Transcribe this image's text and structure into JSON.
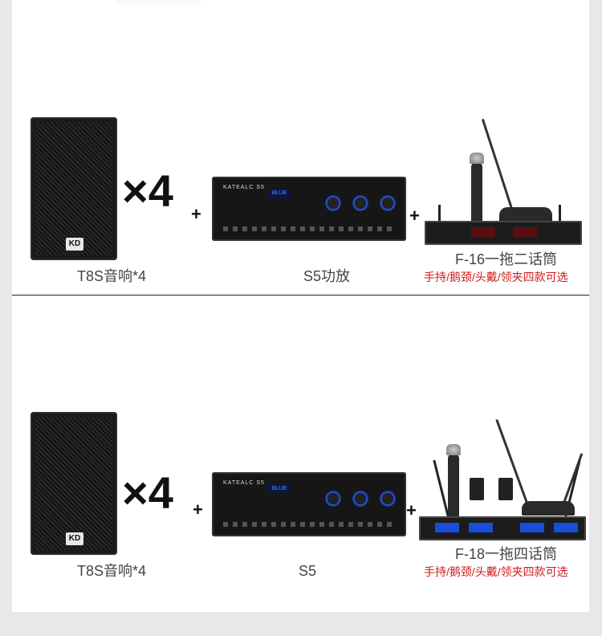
{
  "bundle_1": {
    "speaker_multiplier": "×4",
    "speaker_badge": "KD",
    "speaker_label": "T8S音响*4",
    "amp_brand": "KATEALC S5",
    "amp_display": "BLUE",
    "amp_label": "S5功放",
    "mic_label": "F-16一拖二话筒",
    "mic_options": "手持/鹅颈/头戴/领夹四款可选"
  },
  "bundle_2": {
    "speaker_multiplier": "×4",
    "speaker_badge": "KD",
    "speaker_label": "T8S音响*4",
    "amp_brand": "KATEALC S5",
    "amp_display": "BLUE",
    "amp_label": "S5",
    "mic_label": "F-18一拖四话筒",
    "mic_options": "手持/鹅颈/头戴/领夹四款可选"
  },
  "plus_symbol": "+"
}
